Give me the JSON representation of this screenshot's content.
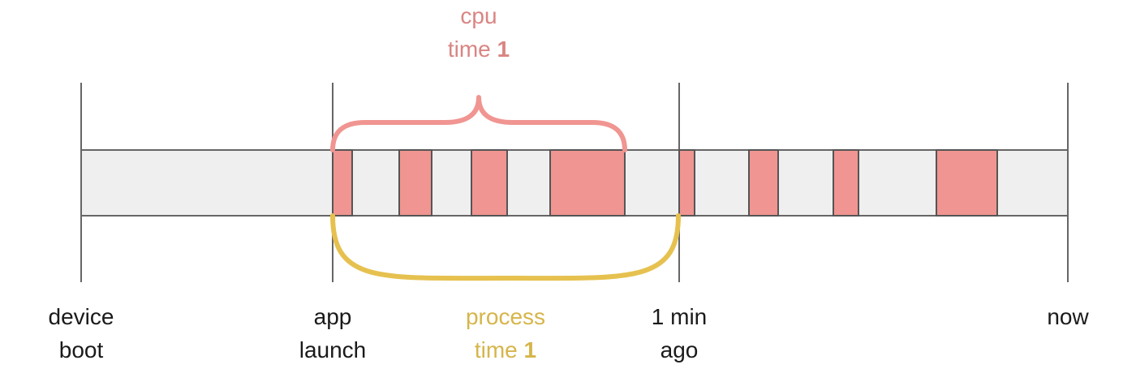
{
  "colors": {
    "bar_fill": "#efefef",
    "bar_stroke": "#666666",
    "segment_fill": "#f09591",
    "cpu_brace": "#f09591",
    "cpu_label": "#d98583",
    "process_brace": "#e6c14f",
    "process_label": "#d6b54a",
    "text": "#1a1a1a"
  },
  "labels": {
    "device_boot": {
      "line1": "device",
      "line2": "boot"
    },
    "app_launch": {
      "line1": "app",
      "line2": "launch"
    },
    "one_min_ago": {
      "line1": "1 min",
      "line2": "ago"
    },
    "now": {
      "line1": "now"
    },
    "cpu_time": {
      "line1": "cpu",
      "line2_text": "time",
      "line2_number": "1"
    },
    "process_time": {
      "line1": "process",
      "line2_text": "time",
      "line2_number": "1"
    }
  }
}
